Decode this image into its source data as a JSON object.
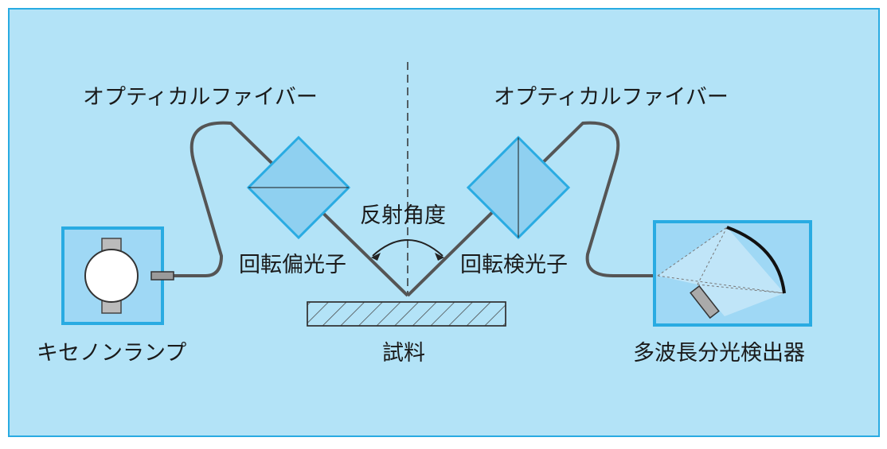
{
  "labels": {
    "fiber_left": "オプティカルファイバー",
    "fiber_right": "オプティカルファイバー",
    "polarizer": "回転偏光子",
    "analyzer": "回転検光子",
    "angle": "反射角度",
    "lamp": "キセノンランプ",
    "sample": "試料",
    "detector": "多波長分光検出器"
  },
  "colors": {
    "background": "#b3e3f7",
    "frame": "#29abe2",
    "box_fill": "#9fd8f5",
    "prism_fill": "#8fd0f0",
    "prism_edge": "#29abe2",
    "fiber": "#555555",
    "sample_fill": "#cccccc",
    "text": "#1a1a1a"
  }
}
